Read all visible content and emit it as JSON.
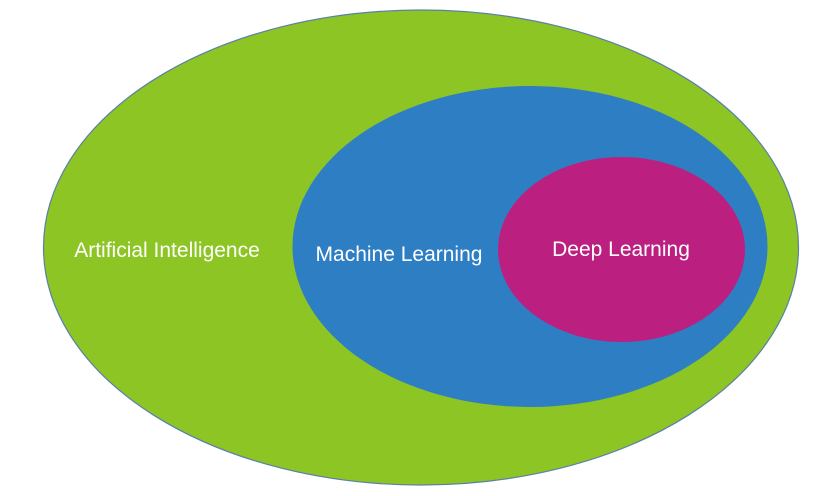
{
  "diagram": {
    "type": "nested-venn",
    "title": "",
    "sets": [
      {
        "id": "ai",
        "label": "Artificial Intelligence",
        "color": "#8DC524",
        "outline": "#5B7FA8",
        "contains": [
          "ml"
        ]
      },
      {
        "id": "ml",
        "label": "Machine Learning",
        "color": "#2E7EC4",
        "contains": [
          "dl"
        ]
      },
      {
        "id": "dl",
        "label": "Deep Learning",
        "color": "#BB2081",
        "contains": []
      }
    ],
    "label_color": "#FFFFFF"
  }
}
